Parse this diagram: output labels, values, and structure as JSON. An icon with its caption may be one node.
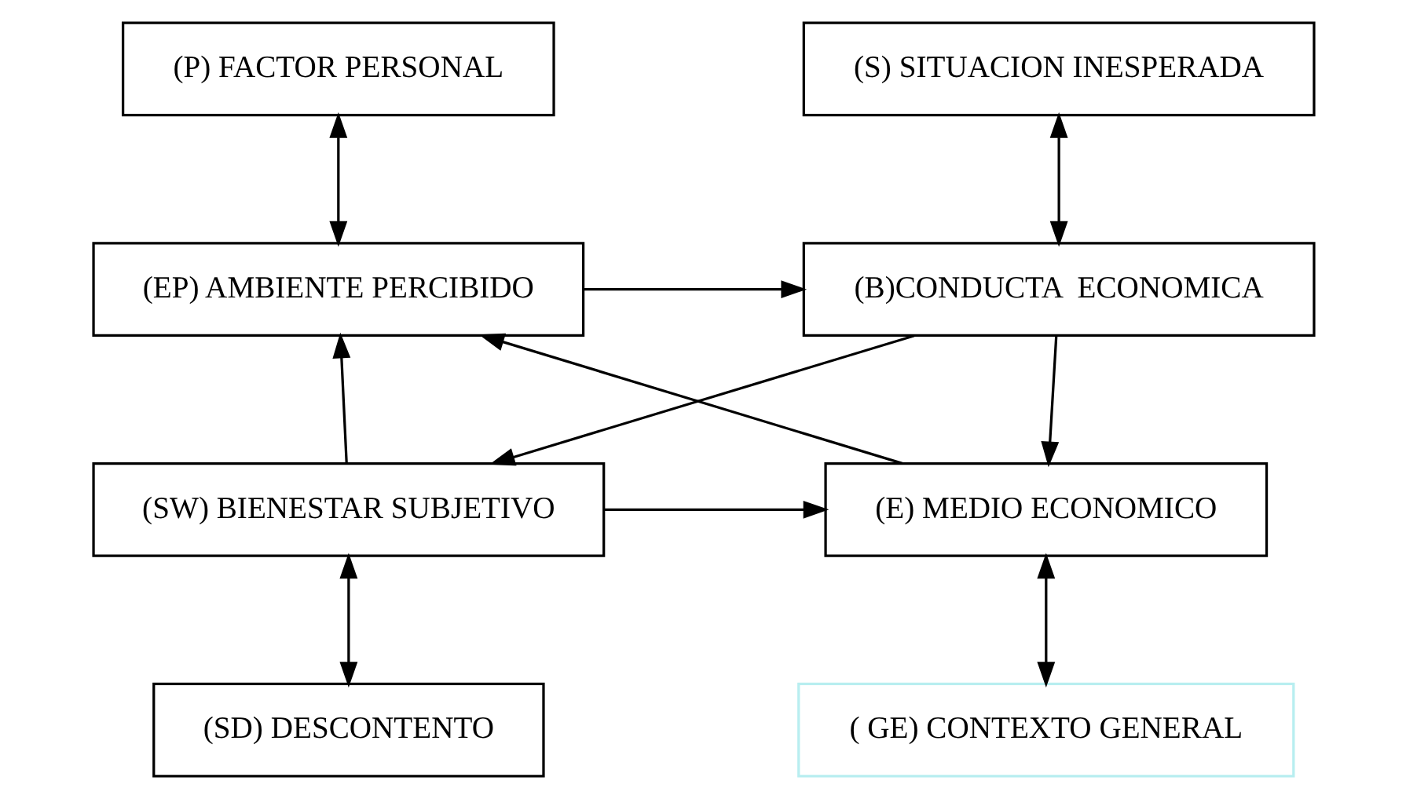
{
  "diagram": {
    "nodes": [
      {
        "text": [
          "(P) FACTOR PERSONAL"
        ]
      },
      {
        "text": [
          "(S) SITUACION INESPERADA"
        ]
      },
      {
        "text": [
          "(EP) AMBIENTE PERCIBIDO"
        ]
      },
      {
        "text": [
          "(B)CONDUCTA  ECONOMICA"
        ]
      },
      {
        "text": [
          "(E) MEDIO ECONOMICO"
        ]
      },
      {
        "text": [
          "(SW) BIENESTAR SUBJETIVO"
        ]
      },
      {
        "text": [
          "( GE) CONTEXTO GENERAL"
        ]
      },
      {
        "text": [
          "(SD) DESCONTENTO"
        ]
      }
    ],
    "edges": [
      {
        "from": 0,
        "to": 2,
        "arrow": "both"
      },
      {
        "from": 1,
        "to": 3,
        "arrow": "both"
      },
      {
        "from": 2,
        "to": 3,
        "arrow": "to"
      },
      {
        "from": 3,
        "to": 5,
        "arrow": "to"
      },
      {
        "from": 5,
        "to": 4,
        "arrow": "to"
      },
      {
        "from": 4,
        "to": 2,
        "arrow": "to"
      },
      {
        "from": 3,
        "to": 4,
        "arrow": "to"
      },
      {
        "from": 5,
        "to": 2,
        "arrow": "to"
      },
      {
        "from": 4,
        "to": 6,
        "arrow": "both"
      },
      {
        "from": 5,
        "to": 7,
        "arrow": "both"
      }
    ]
  }
}
